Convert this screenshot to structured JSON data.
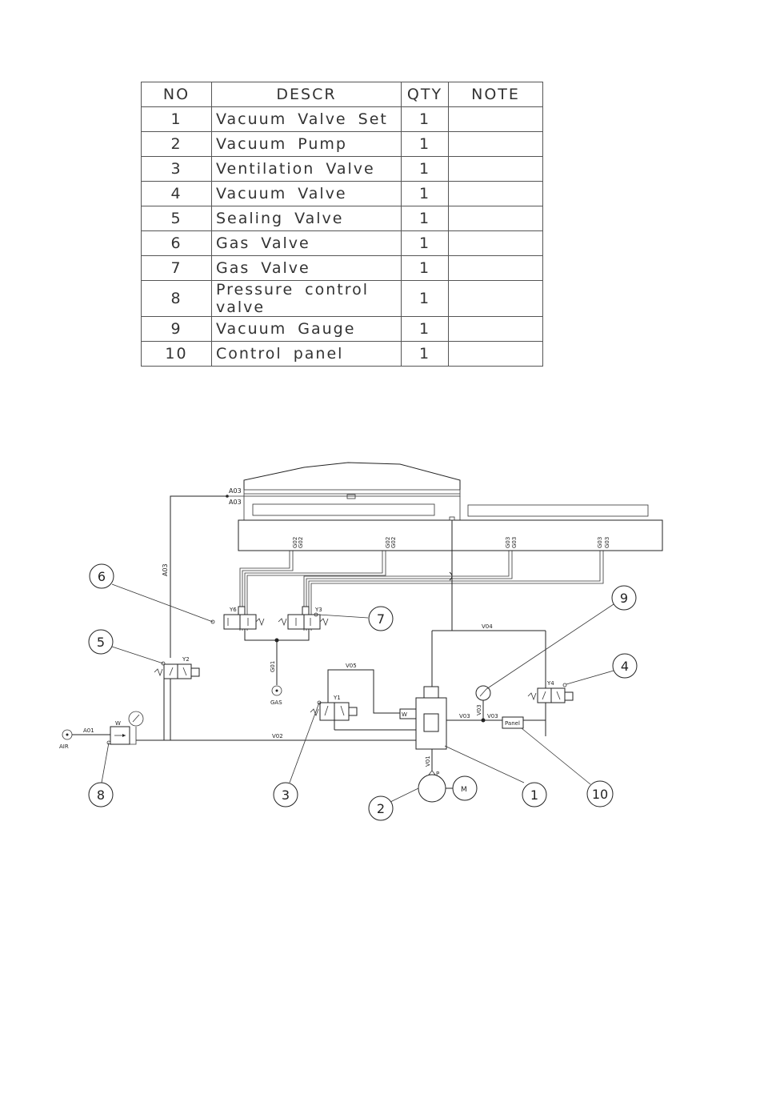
{
  "table": {
    "headers": [
      "NO",
      "DESCR",
      "QTY",
      "NOTE"
    ],
    "rows": [
      {
        "no": "1",
        "descr": "Vacuum Valve Set",
        "qty": "1",
        "note": ""
      },
      {
        "no": "2",
        "descr": "Vacuum Pump",
        "qty": "1",
        "note": ""
      },
      {
        "no": "3",
        "descr": "Ventilation Valve",
        "qty": "1",
        "note": ""
      },
      {
        "no": "4",
        "descr": "Vacuum Valve",
        "qty": "1",
        "note": ""
      },
      {
        "no": "5",
        "descr": "Sealing Valve",
        "qty": "1",
        "note": ""
      },
      {
        "no": "6",
        "descr": "Gas Valve",
        "qty": "1",
        "note": ""
      },
      {
        "no": "7",
        "descr": "Gas Valve",
        "qty": "1",
        "note": ""
      },
      {
        "no": "8",
        "descr": "Pressure control valve",
        "qty": "1",
        "note": ""
      },
      {
        "no": "9",
        "descr": "Vacuum Gauge",
        "qty": "1",
        "note": ""
      },
      {
        "no": "10",
        "descr": "Control panel",
        "qty": "1",
        "note": ""
      }
    ]
  },
  "diagram": {
    "callouts": [
      "1",
      "2",
      "3",
      "4",
      "5",
      "6",
      "7",
      "8",
      "9",
      "10"
    ],
    "lines": {
      "a01": "A01",
      "a03_top1": "A03",
      "a03_top2": "A03",
      "a03_vert": "A03",
      "v01": "V01",
      "v02": "V02",
      "v03": "V03",
      "v03b": "V03",
      "v03c": "V03",
      "v04": "V04",
      "v05": "V05",
      "g01": "G01",
      "g02": [
        "G02",
        "G02",
        "G02",
        "G02"
      ],
      "g03": [
        "G03",
        "G03",
        "G03",
        "G03"
      ]
    },
    "labels": {
      "air": "AIR",
      "gas": "GAS",
      "motor": "M",
      "pump_port": "P",
      "panel": "Panel",
      "y1": "Y1",
      "y2": "Y2",
      "y3": "Y3",
      "y4": "Y4",
      "y6": "Y6",
      "w": "W"
    }
  }
}
